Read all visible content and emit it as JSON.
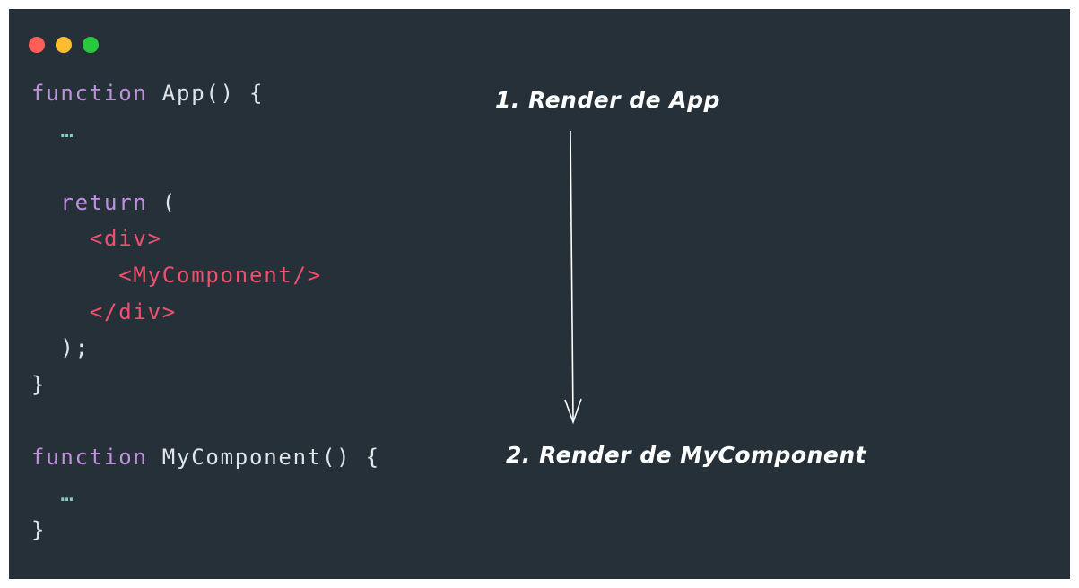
{
  "window_controls": {
    "close_color": "#ff5f57",
    "minimize_color": "#febc2e",
    "maximize_color": "#28c840"
  },
  "code": {
    "lines": [
      {
        "indent": "",
        "parts": [
          {
            "t": "function",
            "c": "kw"
          },
          {
            "t": " App() {",
            "c": ""
          }
        ]
      },
      {
        "indent": "  ",
        "parts": [
          {
            "t": "…",
            "c": "dots"
          }
        ]
      },
      {
        "indent": "",
        "parts": []
      },
      {
        "indent": "  ",
        "parts": [
          {
            "t": "return",
            "c": "kw"
          },
          {
            "t": " (",
            "c": ""
          }
        ]
      },
      {
        "indent": "    ",
        "parts": [
          {
            "t": "<div>",
            "c": "tag"
          }
        ]
      },
      {
        "indent": "      ",
        "parts": [
          {
            "t": "<MyComponent/>",
            "c": "tag"
          }
        ]
      },
      {
        "indent": "    ",
        "parts": [
          {
            "t": "</div>",
            "c": "tag"
          }
        ]
      },
      {
        "indent": "  ",
        "parts": [
          {
            "t": ");",
            "c": ""
          }
        ]
      },
      {
        "indent": "",
        "parts": [
          {
            "t": "}",
            "c": ""
          }
        ]
      },
      {
        "indent": "",
        "parts": []
      },
      {
        "indent": "",
        "parts": [
          {
            "t": "function",
            "c": "kw"
          },
          {
            "t": " MyComponent() {",
            "c": ""
          }
        ]
      },
      {
        "indent": "  ",
        "parts": [
          {
            "t": "…",
            "c": "dots"
          }
        ]
      },
      {
        "indent": "",
        "parts": [
          {
            "t": "}",
            "c": ""
          }
        ]
      }
    ]
  },
  "annotations": {
    "first": "1. Render de App",
    "second": "2. Render de MyComponent"
  }
}
